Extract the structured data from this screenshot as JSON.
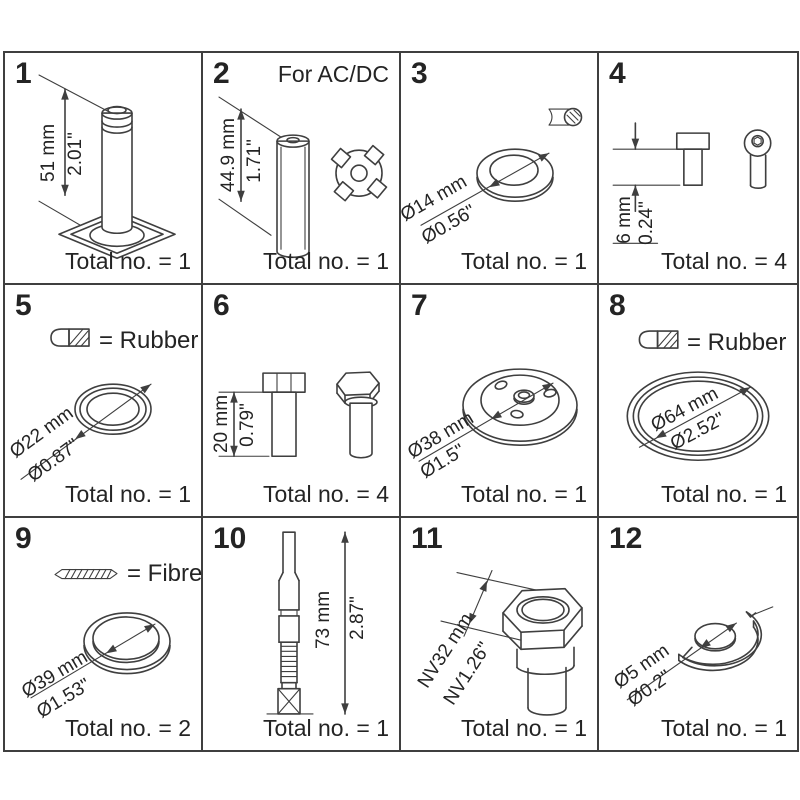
{
  "colors": {
    "line": "#3f3f3f",
    "text": "#242424",
    "background": "#ffffff"
  },
  "cells": [
    {
      "number": "1",
      "dim_mm": "51 mm",
      "dim_inch": "2.01\"",
      "total": "Total no. = 1"
    },
    {
      "number": "2",
      "header": "For AC/DC",
      "dim_mm": "44.9 mm",
      "dim_inch": "1.71\"",
      "total": "Total no. = 1"
    },
    {
      "number": "3",
      "dim_mm": "Ø14 mm",
      "dim_inch": "Ø0.56\"",
      "total": "Total no. = 1"
    },
    {
      "number": "4",
      "dim_mm": "6 mm",
      "dim_inch": "0.24\"",
      "total": "Total no. = 4"
    },
    {
      "number": "5",
      "legend": "= Rubber",
      "dim_mm": "Ø22 mm",
      "dim_inch": "Ø0.87\"",
      "total": "Total no. = 1"
    },
    {
      "number": "6",
      "dim_mm": "20 mm",
      "dim_inch": "0.79\"",
      "total": "Total no. = 4"
    },
    {
      "number": "7",
      "dim_mm": "Ø38 mm",
      "dim_inch": "Ø1.5\"",
      "total": "Total no. = 1"
    },
    {
      "number": "8",
      "legend": "= Rubber",
      "dim_mm": "Ø64 mm",
      "dim_inch": "Ø2.52\"",
      "total": "Total no. = 1"
    },
    {
      "number": "9",
      "legend": "= Fibre",
      "dim_mm": "Ø39 mm",
      "dim_inch": "Ø1.53\"",
      "total": "Total no. = 2"
    },
    {
      "number": "10",
      "dim_mm": "73 mm",
      "dim_inch": "2.87\"",
      "total": "Total no. = 1"
    },
    {
      "number": "11",
      "dim_mm": "NV32 mm",
      "dim_inch": "NV1.26\"",
      "total": "Total no. = 1"
    },
    {
      "number": "12",
      "dim_mm": "Ø5 mm",
      "dim_inch": "Ø0.2\"",
      "total": "Total no. = 1"
    }
  ]
}
